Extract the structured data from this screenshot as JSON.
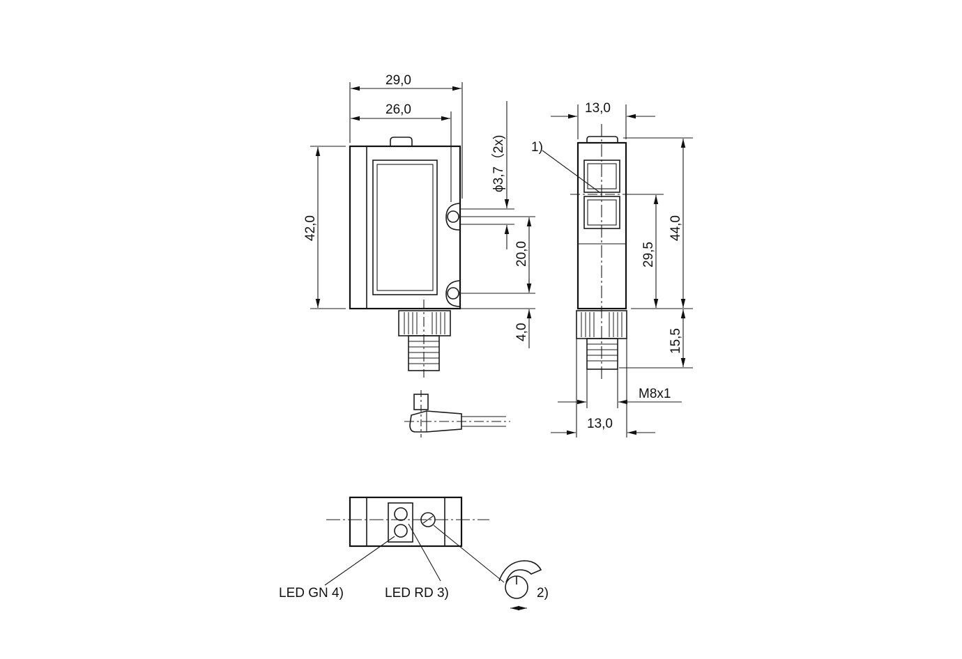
{
  "front_view": {
    "dim_width_outer": "29,0",
    "dim_width_inner": "26,0",
    "dim_height": "42,0",
    "dim_hole": "ϕ3,7（2x)",
    "dim_hole_pitch": "20,0",
    "dim_hole_offset": "4,0"
  },
  "side_view": {
    "dim_width_top": "13,0",
    "dim_width_bottom": "13,0",
    "dim_height": "44,0",
    "dim_optical_axis": "29,5",
    "dim_connector": "15,5",
    "thread_label": "M8x1",
    "note_ref_1": "1)"
  },
  "top_view": {
    "led_green": "LED GN 4)",
    "led_red": "LED RD 3)",
    "note_ref_2": "2)"
  }
}
